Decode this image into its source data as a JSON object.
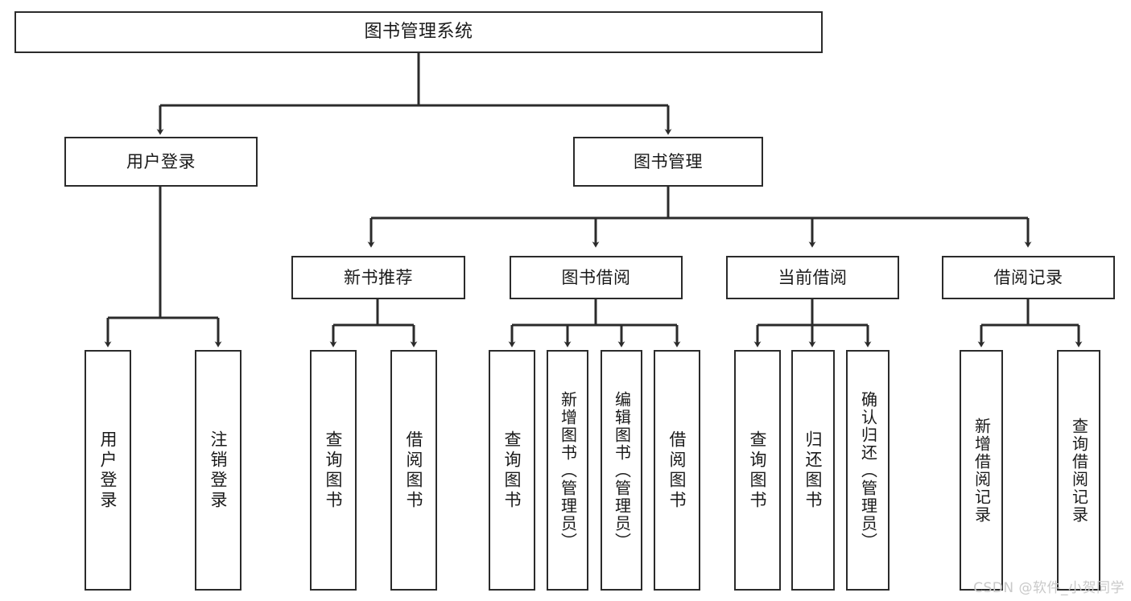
{
  "diagram": {
    "title": "图书管理系统",
    "watermark": "CSDN @软件_小贺同学",
    "colors": {
      "background": "#ffffff",
      "stroke": "#2b2b2b",
      "text": "#1a1a1a",
      "watermark": "#c9c9c9"
    },
    "root": {
      "label": "图书管理系统"
    },
    "level1": [
      {
        "label": "用户登录"
      },
      {
        "label": "图书管理"
      }
    ],
    "level2": [
      {
        "label": "新书推荐"
      },
      {
        "label": "图书借阅"
      },
      {
        "label": "当前借阅"
      },
      {
        "label": "借阅记录"
      }
    ],
    "leaves": {
      "user_login": [
        {
          "label": "用户登录"
        },
        {
          "label": "注销登录"
        }
      ],
      "new_book_recommend": [
        {
          "label": "查询图书"
        },
        {
          "label": "借阅图书"
        }
      ],
      "book_borrow": [
        {
          "label": "查询图书"
        },
        {
          "label": "新增图书（管理员）"
        },
        {
          "label": "编辑图书（管理员）"
        },
        {
          "label": "借阅图书"
        }
      ],
      "current_borrow": [
        {
          "label": "查询图书"
        },
        {
          "label": "归还图书"
        },
        {
          "label": "确认归还（管理员）"
        }
      ],
      "borrow_record": [
        {
          "label": "新增借阅记录"
        },
        {
          "label": "查询借阅记录"
        }
      ]
    }
  }
}
